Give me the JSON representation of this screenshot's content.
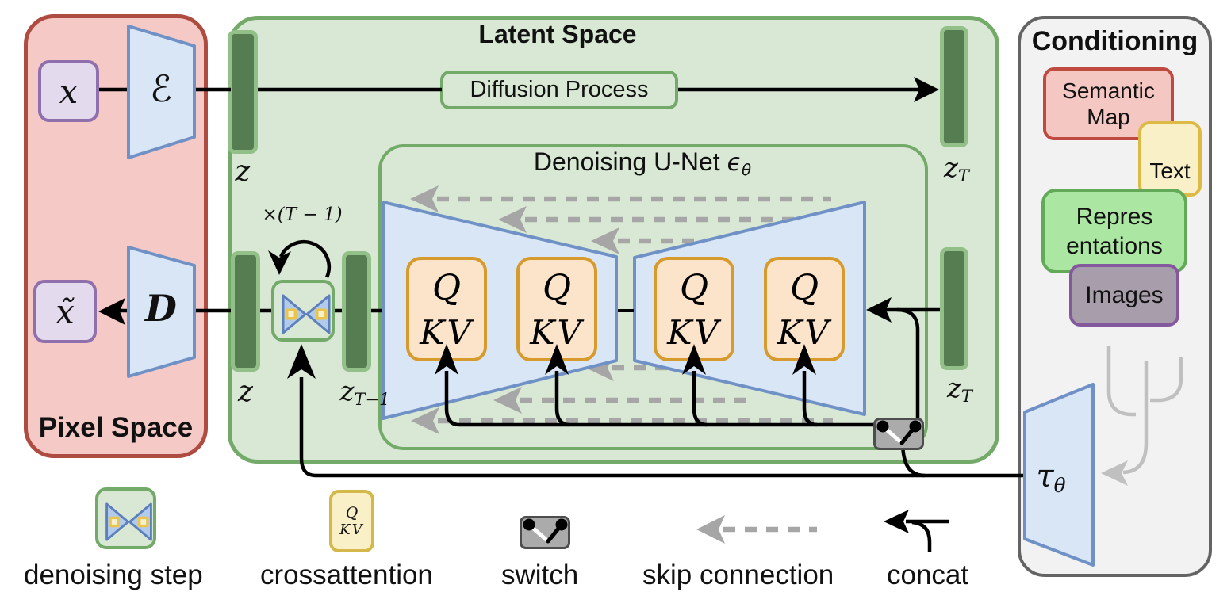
{
  "pixel_space": {
    "title": "Pixel Space",
    "x_label": "x",
    "x_tilde_label": "x̃",
    "encoder_label": "ℰ",
    "decoder_label": "D"
  },
  "latent_space": {
    "title": "Latent Space",
    "diffusion_process": "Diffusion Process",
    "unet_title_prefix": "Denoising U-Net",
    "unet_symbol": "ϵ",
    "unet_symbol_sub": "θ",
    "z_top": "z",
    "z_mid": "z",
    "z_T_top": {
      "base": "z",
      "sub": "T"
    },
    "z_T_bottom": {
      "base": "z",
      "sub": "T"
    },
    "z_T_minus_1": {
      "base": "z",
      "sub": "T−1"
    },
    "loop_label": "×(T − 1)",
    "qkv_blocks": [
      {
        "q": "Q",
        "kv": "KV"
      },
      {
        "q": "Q",
        "kv": "KV"
      },
      {
        "q": "Q",
        "kv": "KV"
      },
      {
        "q": "Q",
        "kv": "KV"
      }
    ]
  },
  "conditioning": {
    "title": "Conditioning",
    "semantic_map": {
      "lines": [
        "Semantic",
        "Map"
      ]
    },
    "text": {
      "label": "Text"
    },
    "representations": {
      "lines": [
        "Repres",
        "entations"
      ]
    },
    "images": {
      "label": "Images"
    },
    "tau": {
      "base": "τ",
      "sub": "θ"
    }
  },
  "legend": {
    "denoising_step": "denoising step",
    "crossattention": "crossattention",
    "switch_label": "switch",
    "skip_connection": "skip connection",
    "concat": "concat",
    "qkv_icon": {
      "q": "Q",
      "kv": "KV"
    }
  },
  "colors": {
    "pixel_fill": "#f5c9c5",
    "pixel_border": "#af4c42",
    "latent_fill": "#d8e8d4",
    "latent_border": "#74aa69",
    "bar_fill": "#567c52",
    "bar_border": "#93bf88",
    "blue_fill": "#d9e6f6",
    "blue_border": "#7091c6",
    "qkv_fill": "#fce4cb",
    "qkv_border": "#d79b2d",
    "conditioning_fill": "#f2f2f2",
    "conditioning_border": "#646464",
    "semantic_fill": "#f4c7c3",
    "semantic_border": "#bf4a40",
    "text_fill": "#faf0c8",
    "text_border": "#dcba45",
    "representations_fill": "#abe6a2",
    "representations_border": "#62aa58",
    "images_fill": "#a89daa",
    "images_border": "#84589c",
    "purple_fill": "#e3daee",
    "purple_border": "#8f70ad",
    "skip_gray": "#a6a6a6",
    "merge_gray": "#c0c0c0"
  }
}
